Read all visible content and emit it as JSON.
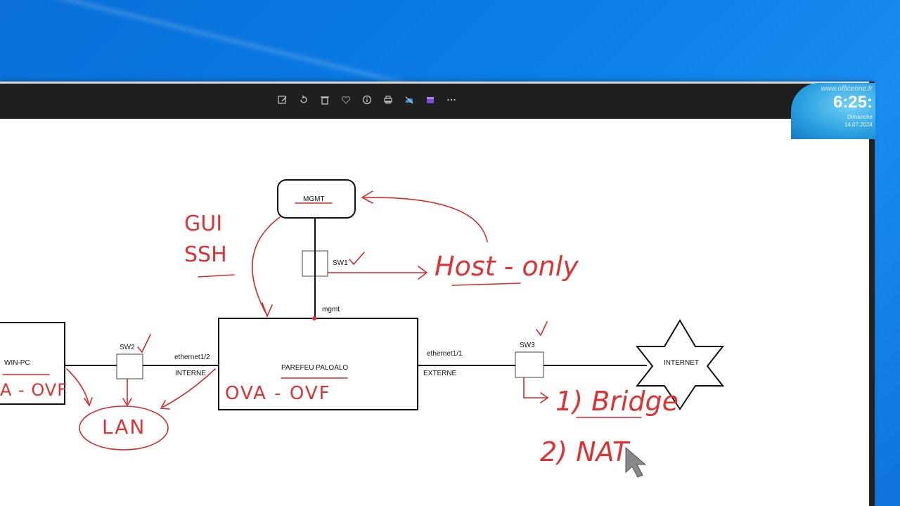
{
  "toolbar": {
    "icons": [
      "edit-icon",
      "rotate-icon",
      "delete-icon",
      "favorite-icon",
      "info-icon",
      "print-icon",
      "onedrive-icon",
      "clipchamp-icon",
      "more-icon"
    ]
  },
  "diagram": {
    "mgmt_box": "MGMT",
    "sw1": "SW1",
    "sw2": "SW2",
    "sw3": "SW3",
    "mgmt_port": "mgmt",
    "firewall": "PAREFEU PALOALO",
    "win_pc": "WIN-PC",
    "eth12": "ethernet1/2",
    "interne": "INTERNE",
    "eth11": "ethernet1/1",
    "externe": "EXTERNE",
    "internet": "INTERNET"
  },
  "annotations": {
    "gui": "GUI",
    "ssh": "SSH",
    "host_only": "Host - only",
    "ova_ovf": "OVA  - OVF",
    "ova_left": "A - OVF",
    "lan": "LAN",
    "bridge": "1) Bridge",
    "nat": "2) NAT"
  },
  "clock": {
    "site": "www.officeone.fr",
    "time": "6:25:",
    "day": "Dimanche",
    "date": "14.07.2024"
  },
  "colors": {
    "ink": "#111111",
    "annotation": "#d42a2a",
    "toolbar": "#1f1f1f"
  }
}
